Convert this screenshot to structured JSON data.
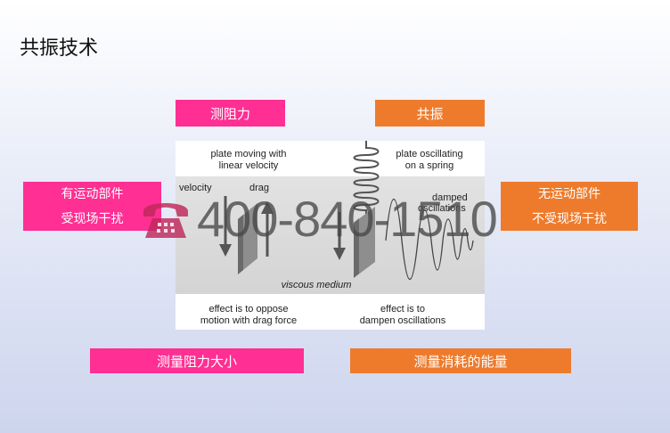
{
  "title": "共振技术",
  "labels": {
    "drag_method": "测阻力",
    "resonance": "共振",
    "left_line1": "有运动部件",
    "left_line2": "受现场干扰",
    "right_line1": "无运动部件",
    "right_line2": "不受现场干扰",
    "bottom_left": "测量阻力大小",
    "bottom_right": "测量消耗的能量"
  },
  "diagram": {
    "top_left_1": "plate moving with",
    "top_left_2": "linear velocity",
    "top_right_1": "plate oscillating",
    "top_right_2": "on a spring",
    "velocity": "velocity",
    "drag": "drag",
    "damped_1": "damped",
    "damped_2": "oscillations",
    "medium": "viscous medium",
    "bottom_left_1": "effect is to oppose",
    "bottom_left_2": "motion with drag force",
    "bottom_right_1": "effect is to",
    "bottom_right_2": "dampen oscillations"
  },
  "watermark": {
    "phone": "400-840-1510",
    "icon": "telephone-icon"
  },
  "colors": {
    "pink": "#ff2f93",
    "orange": "#ee7b2c"
  }
}
